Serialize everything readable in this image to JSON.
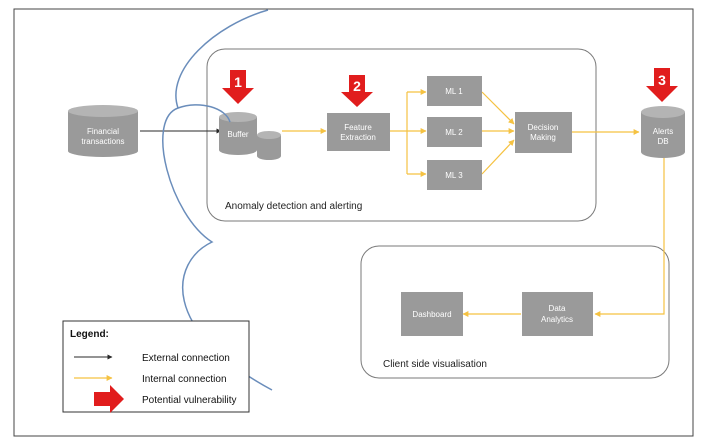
{
  "colors": {
    "node_fill": "#9a9a9a",
    "node_top": "#b4b4b4",
    "internal": "#f5c242",
    "external": "#2a2a2a",
    "vulnerability": "#e11d1d",
    "boundary": "#6a8dbb",
    "group_border": "#7a7a7a"
  },
  "nodes": {
    "financial": {
      "line1": "Financial",
      "line2": "transactions"
    },
    "buffer": {
      "line1": "Buffer"
    },
    "feature": {
      "line1": "Feature",
      "line2": "Extraction"
    },
    "ml1": {
      "line1": "ML 1"
    },
    "ml2": {
      "line1": "ML 2"
    },
    "ml3": {
      "line1": "ML 3"
    },
    "decision": {
      "line1": "Decision",
      "line2": "Making"
    },
    "alerts": {
      "line1": "Alerts",
      "line2": "DB"
    },
    "data_analytics": {
      "line1": "Data",
      "line2": "Analytics"
    },
    "dashboard": {
      "line1": "Dashboard"
    }
  },
  "groups": {
    "anomaly": "Anomaly detection and alerting",
    "client": "Client side visualisation"
  },
  "markers": {
    "m1": "1",
    "m2": "2",
    "m3": "3"
  },
  "legend": {
    "title": "Legend:",
    "external": "External connection",
    "internal": "Internal connection",
    "vulnerability": "Potential vulnerability"
  }
}
